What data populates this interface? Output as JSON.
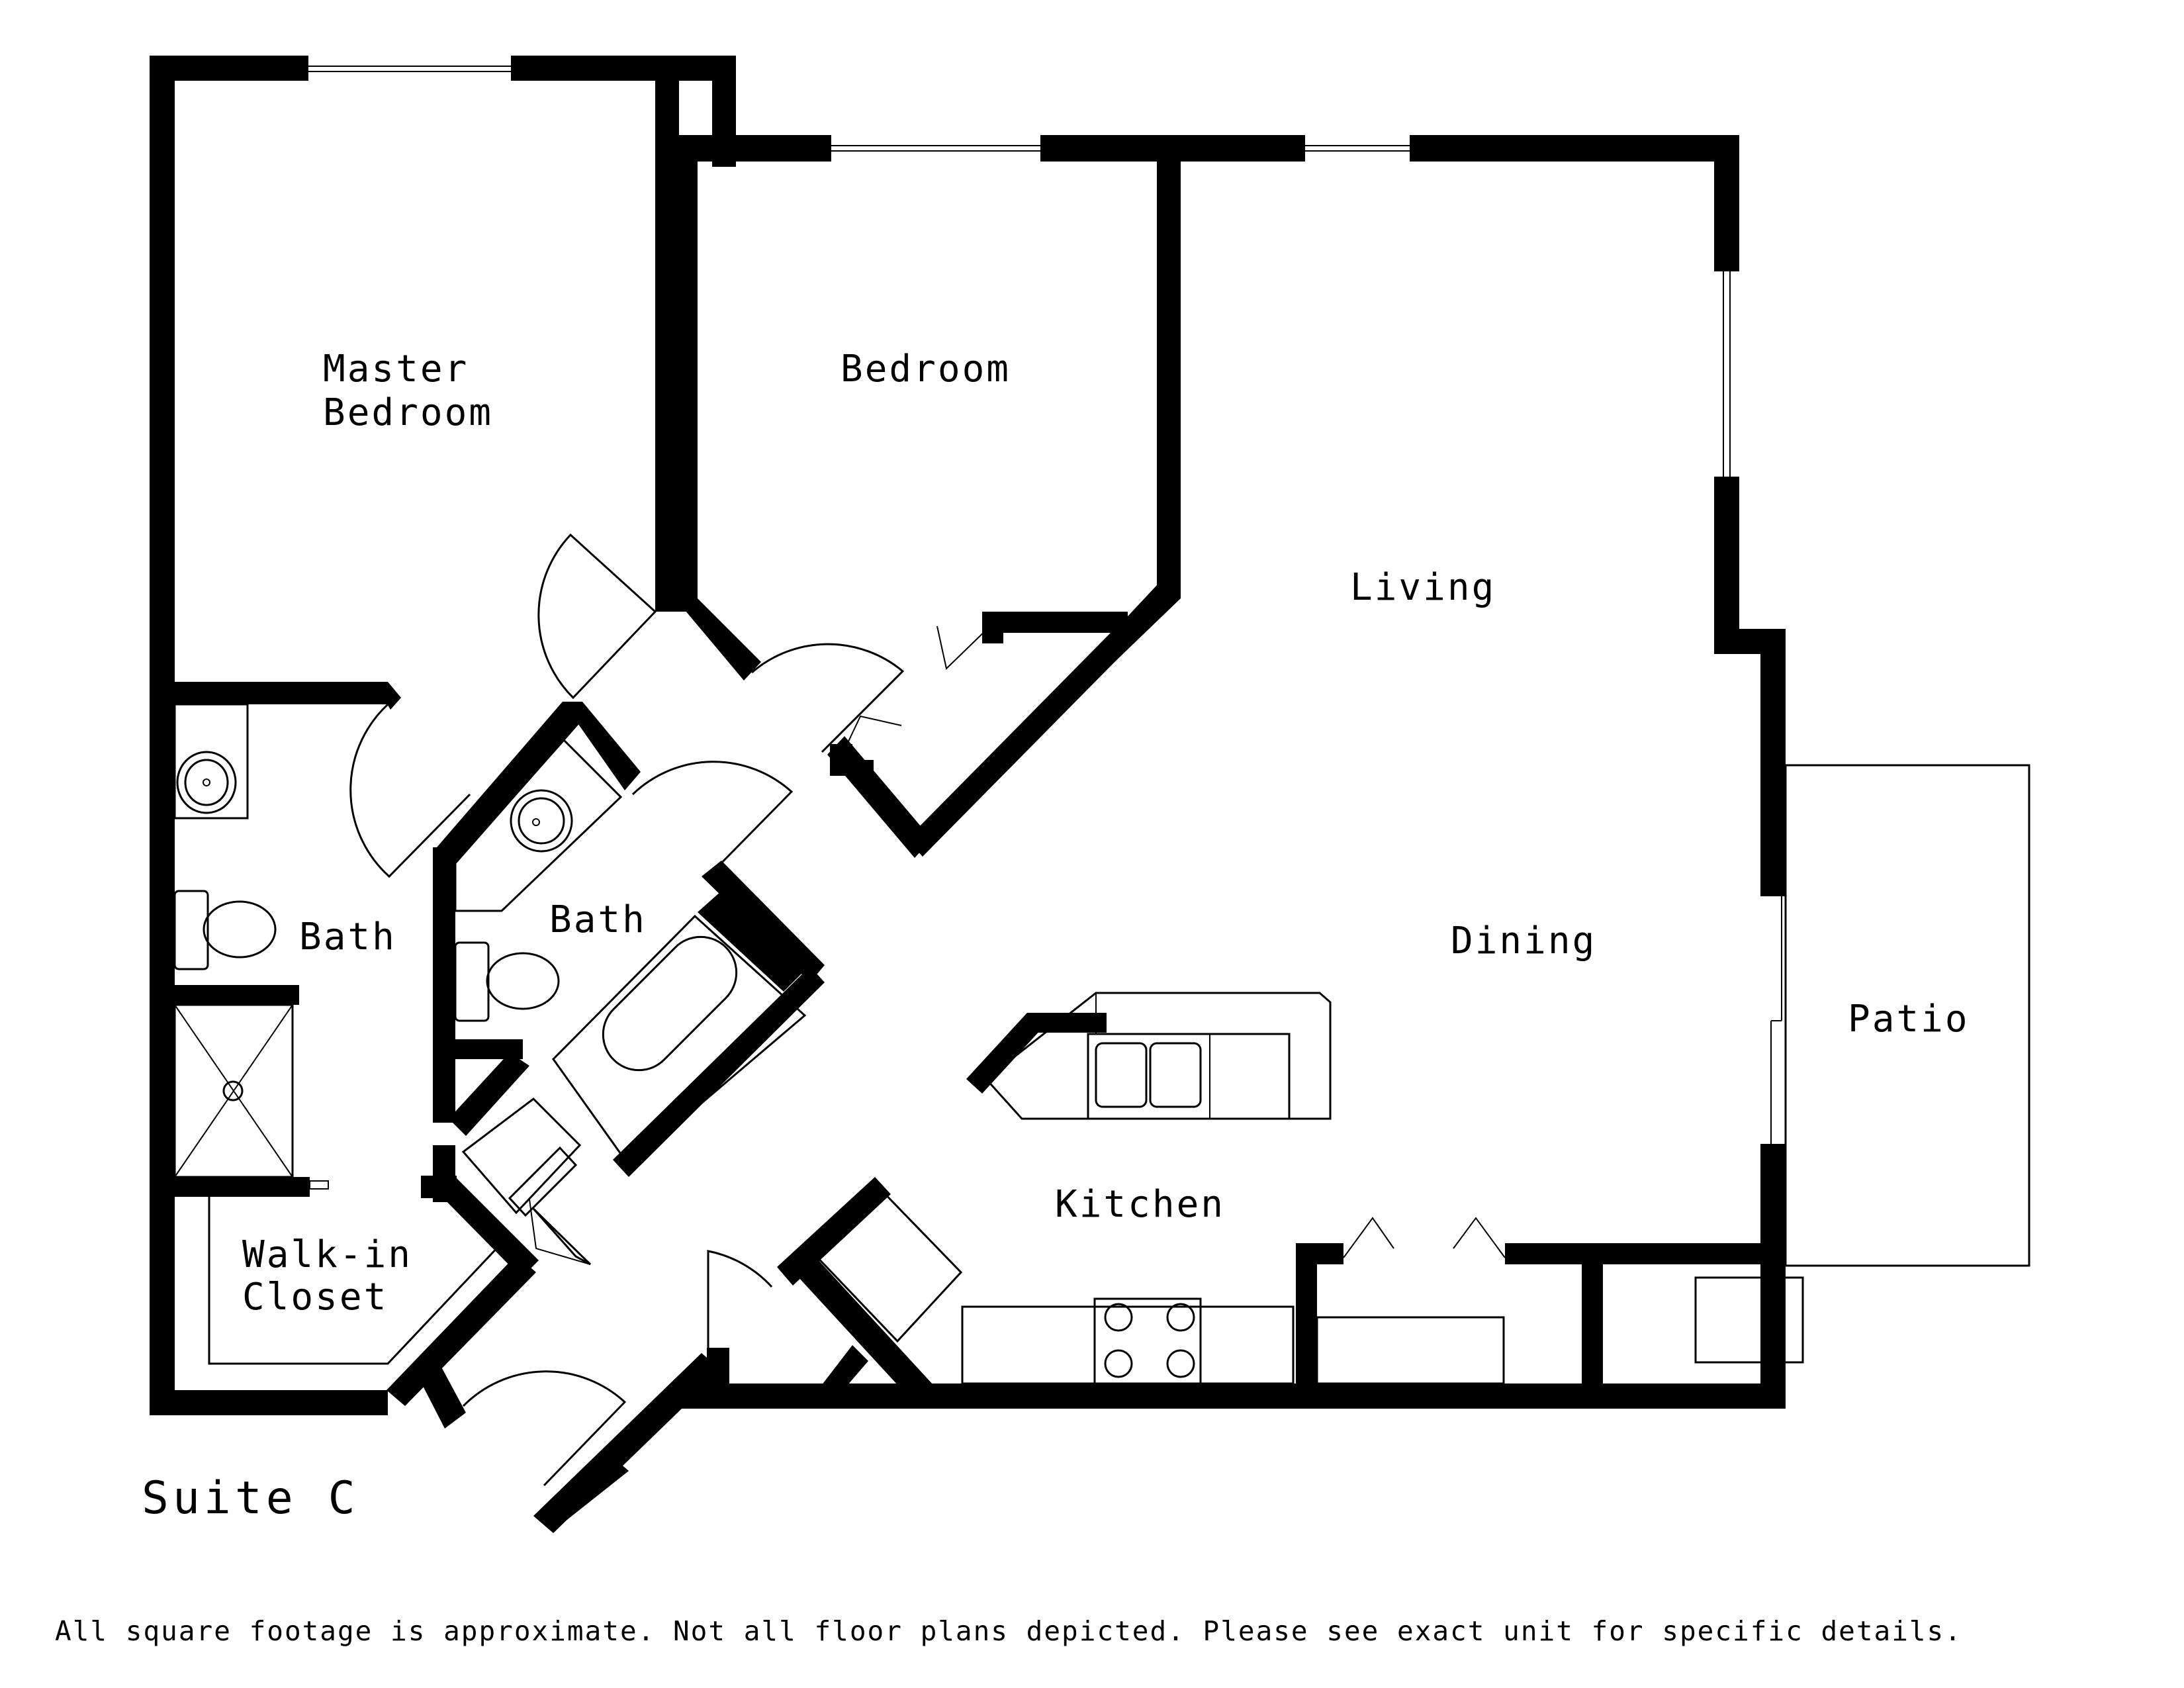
{
  "plan": {
    "suite_name": "Suite C",
    "disclaimer": "All square footage is approximate. Not all floor plans depicted. Please see exact unit for specific details.",
    "rooms": {
      "master_bedroom_line1": "Master",
      "master_bedroom_line2": "Bedroom",
      "bedroom": "Bedroom",
      "bath_master": "Bath",
      "bath_second": "Bath",
      "walk_in_closet_line1": "Walk-in",
      "walk_in_closet_line2": "Closet",
      "living": "Living",
      "dining": "Dining",
      "kitchen": "Kitchen",
      "patio": "Patio"
    }
  }
}
